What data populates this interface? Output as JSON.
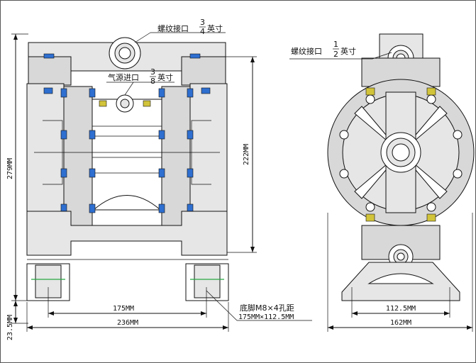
{
  "labels": {
    "outlet_prefix": "螺纹接口",
    "outlet_num": "3",
    "outlet_den": "4",
    "outlet_suffix": "英寸",
    "air_prefix": "气源进口",
    "air_num": "3",
    "air_den": "8",
    "air_suffix": "英寸",
    "inlet_prefix": "螺纹接口",
    "inlet_num": "1",
    "inlet_den": "2",
    "inlet_suffix": "英寸",
    "foot_line1": "底脚M8×4孔距",
    "foot_line2": "175MM×112.5MM"
  },
  "dimensions": {
    "height_total": "279MM",
    "height_body": "222MM",
    "height_foot": "23.5MM",
    "width_holes_front": "175MM",
    "width_total_front": "236MM",
    "width_holes_side": "112.5MM",
    "width_total_side": "162MM"
  },
  "colors": {
    "bolt": "#2e6fd0",
    "washer": "#d2c43a",
    "foot_line": "#26a641"
  }
}
